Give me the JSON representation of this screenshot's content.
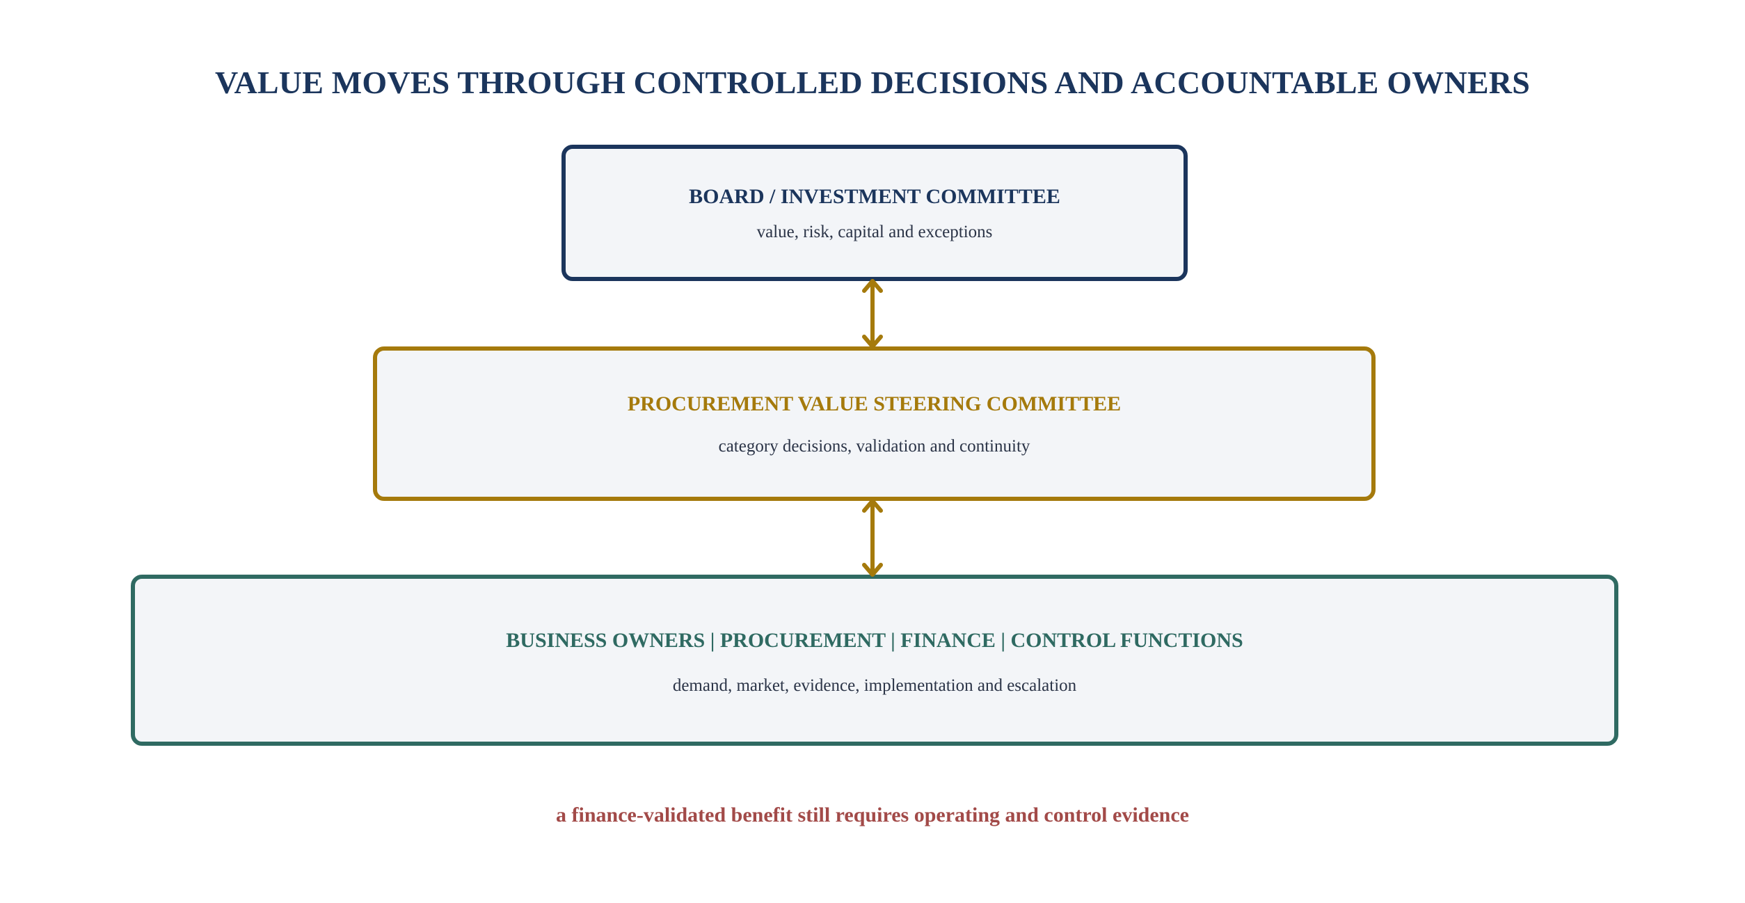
{
  "title": "VALUE MOVES THROUGH CONTROLLED DECISIONS AND ACCOUNTABLE OWNERS",
  "levels": [
    {
      "name": "BOARD / INVESTMENT COMMITTEE",
      "description": "value, risk, capital and exceptions",
      "color": "#1b355c"
    },
    {
      "name": "PROCUREMENT VALUE STEERING COMMITTEE",
      "description": "category decisions, validation and continuity",
      "color": "#a57a0c"
    },
    {
      "name": "BUSINESS OWNERS | PROCUREMENT | FINANCE | CONTROL FUNCTIONS",
      "description": "demand, market, evidence, implementation and escalation",
      "color": "#2f6a62"
    }
  ],
  "connectors": [
    {
      "from": "BOARD / INVESTMENT COMMITTEE",
      "to": "PROCUREMENT VALUE STEERING COMMITTEE",
      "direction": "bidirectional",
      "color": "#a57a0c"
    },
    {
      "from": "PROCUREMENT VALUE STEERING COMMITTEE",
      "to": "BUSINESS OWNERS | PROCUREMENT | FINANCE | CONTROL FUNCTIONS",
      "direction": "bidirectional",
      "color": "#a57a0c"
    }
  ],
  "footer_note": "a finance-validated benefit still requires operating and control evidence",
  "colors": {
    "box_fill": "#f3f5f8",
    "note": "#a24a48",
    "body_text": "#2b3447"
  }
}
